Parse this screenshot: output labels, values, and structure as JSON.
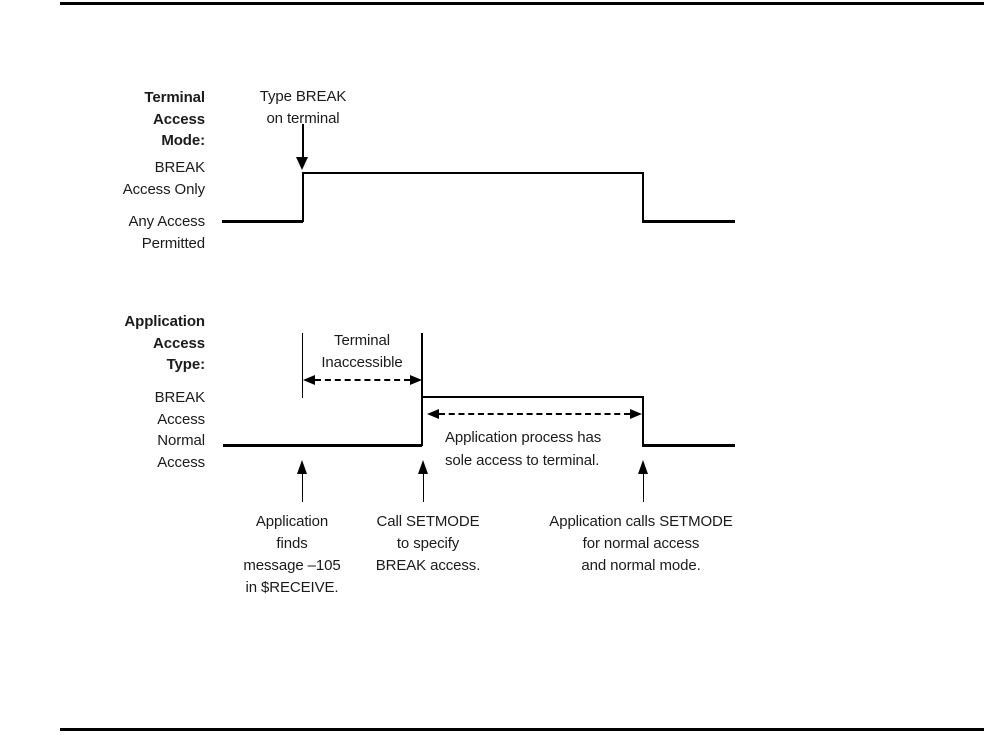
{
  "page": {
    "background": "#ffffff",
    "line_color": "#000000",
    "text_color": "#1b1b1b"
  },
  "diagram1": {
    "axis_label": "Terminal\nAccess\nMode:",
    "event_annotation": "Type BREAK\non terminal",
    "level_high_label": "BREAK\nAccess Only",
    "level_low_label": "Any Access\nPermitted"
  },
  "diagram2": {
    "axis_label": "Application\nAccess\nType:",
    "span_annotation": "Terminal\nInaccessible",
    "level_high_label": "BREAK\nAccess",
    "level_low_label": "Normal\nAccess",
    "process_note": "Application process has\nsole access to terminal.",
    "event1_note": "Application\nfinds\nmessage –105\nin $RECEIVE.",
    "event2_note": "Call SETMODE\nto specify\nBREAK access.",
    "event3_note": "Application calls SETMODE\nfor normal access\nand normal mode."
  }
}
